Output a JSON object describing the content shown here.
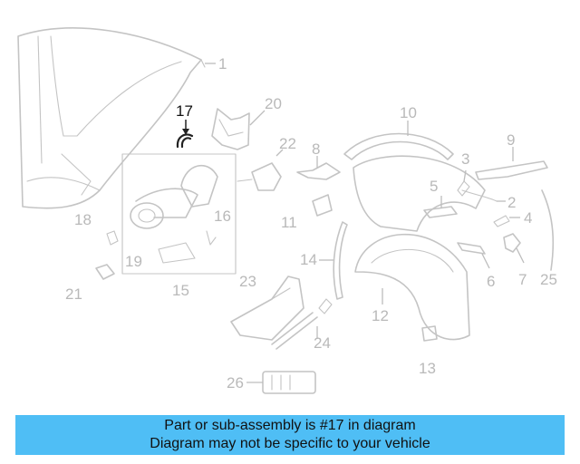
{
  "highlight_color": "#4fbef5",
  "highlighted_part": "17",
  "callouts": [
    "1",
    "2",
    "3",
    "4",
    "5",
    "6",
    "7",
    "8",
    "9",
    "10",
    "11",
    "12",
    "13",
    "14",
    "15",
    "16",
    "17",
    "18",
    "19",
    "20",
    "21",
    "22",
    "23",
    "24",
    "25",
    "26"
  ],
  "footer": {
    "line1": "Part or sub-assembly is #17 in diagram",
    "line2": "Diagram may not be specific to your vehicle"
  }
}
